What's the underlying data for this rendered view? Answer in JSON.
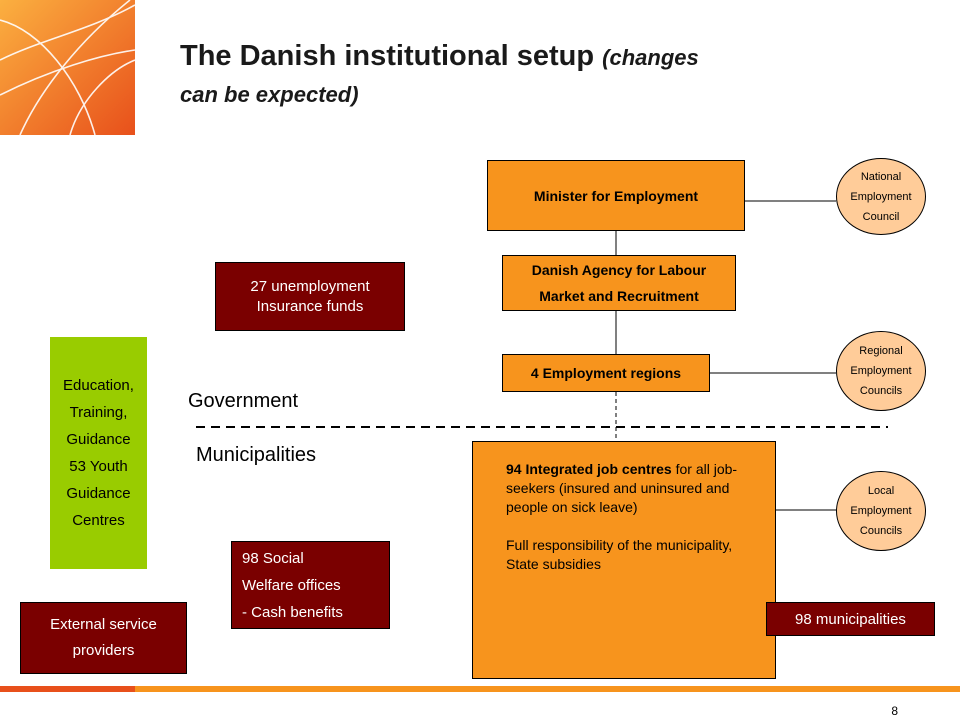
{
  "title": {
    "main": "The Danish institutional setup",
    "sub_part1": "(changes",
    "sub_part2": "can be expected)"
  },
  "nodes": {
    "minister": "Minister for Employment",
    "agency": "Danish Agency for Labour\nMarket and Recruitment",
    "regions": "4 Employment regions",
    "job_centres_bold": "94 Integrated job centres",
    "job_centres_rest": " for all job-seekers (insured and uninsured and people on sick leave)",
    "job_centres_line2": "Full responsibility of the municipality,\nState subsidies",
    "unemployment_funds": "27 unemployment\nInsurance funds",
    "education": "Education,\nTraining,\nGuidance\n53 Youth\nGuidance\nCentres",
    "social_welfare": "98 Social\nWelfare offices\n- Cash benefits",
    "external_providers": "External service\nproviders",
    "municipalities_count": "98 municipalities"
  },
  "councils": {
    "national": "National\nEmployment\nCouncil",
    "regional": "Regional\nEmployment\nCouncils",
    "local": "Local\nEmployment\nCouncils"
  },
  "levels": {
    "government": "Government",
    "municipalities": "Municipalities"
  },
  "page_number": "8",
  "colors": {
    "orange": "#f7941d",
    "maroon": "#7a0000",
    "green": "#99cc00",
    "ellipse": "#ffcc99"
  }
}
